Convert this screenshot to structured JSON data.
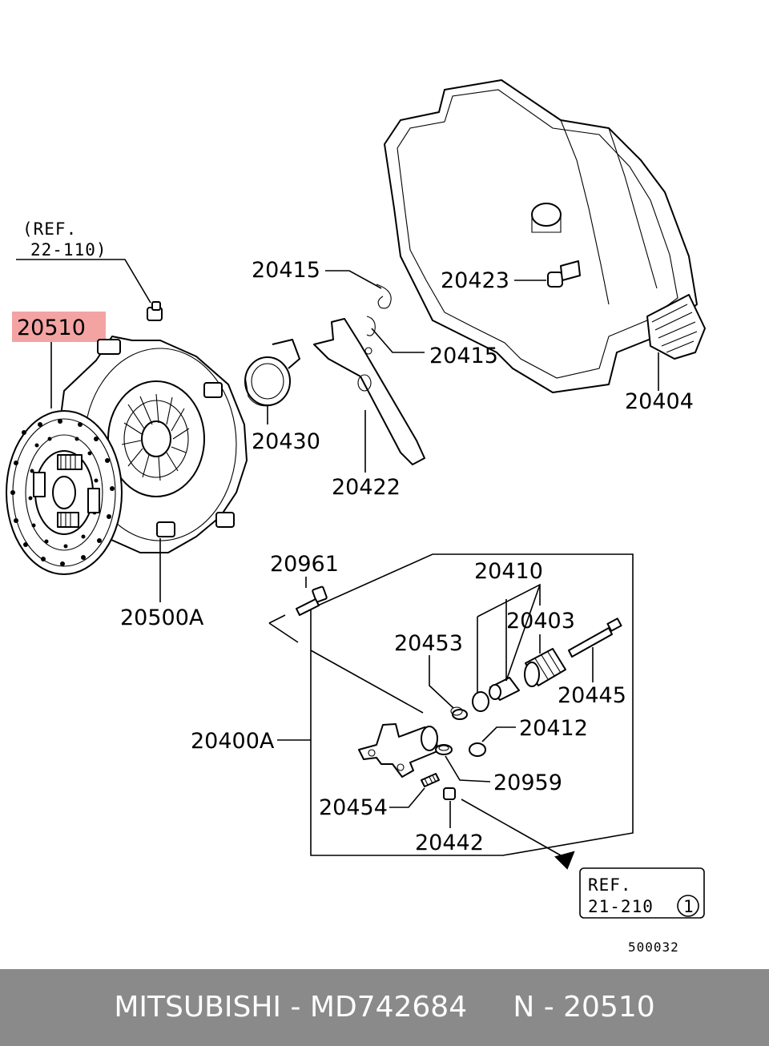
{
  "callouts": {
    "ref_22_110_a": "(REF.",
    "ref_22_110_b": "22-110)",
    "clutch_disc": "20510",
    "clutch_cover": "20500A",
    "release_bearing": "20430",
    "release_fork": "20422",
    "fork_spring_top": "20415",
    "fork_spring_right": "20415",
    "housing_bolt": "20423",
    "boot": "20404",
    "bleeder_bolt": "20961",
    "repair_kit": "20410",
    "piston_cup": "20403",
    "push_rod": "20445",
    "spring_453": "20453",
    "piston": "20412",
    "spring_959": "20959",
    "release_cylinder": "20400A",
    "bleeder_screw": "20454",
    "cap": "20442",
    "ref_21_210_a": "REF.",
    "ref_21_210_b": "21-210",
    "ref_21_210_circle": "1",
    "diagram_code": "500032"
  },
  "highlight": {
    "part": "20510",
    "color": "#f4a3a3"
  },
  "footer": {
    "text": "MITSUBISHI - MD742684     N - 20510",
    "background": "#8a8a8a",
    "color": "#ffffff"
  }
}
